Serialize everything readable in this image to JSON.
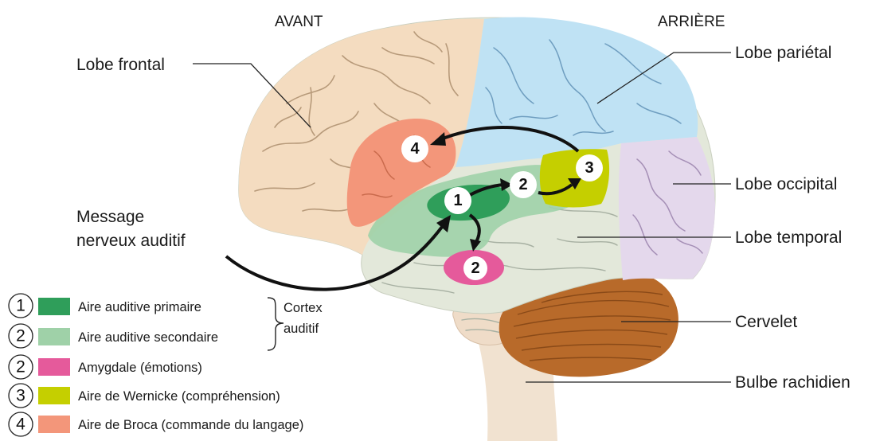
{
  "orientation": {
    "front": "AVANT",
    "back": "ARRIÈRE"
  },
  "lobes": {
    "frontal": "Lobe frontal",
    "parietal": "Lobe pariétal",
    "occipital": "Lobe occipital",
    "temporal": "Lobe temporal",
    "cervelet": "Cervelet",
    "bulbe": "Bulbe rachidien"
  },
  "input_message": {
    "line1": "Message",
    "line2": "nerveux auditif"
  },
  "markers": {
    "m1": "1",
    "m2a": "2",
    "m2b": "2",
    "m3": "3",
    "m4": "4"
  },
  "legend": {
    "items": [
      {
        "number": "1",
        "label": "Aire auditive primaire",
        "color": "#2f9e5a"
      },
      {
        "number": "2",
        "label": "Aire auditive secondaire",
        "color": "#9fd1a8"
      },
      {
        "number": "2",
        "label": "Amygdale (émotions)",
        "color": "#e55a9b"
      },
      {
        "number": "3",
        "label": "Aire de Wernicke (compréhension)",
        "color": "#c5cf00"
      },
      {
        "number": "4",
        "label": "Aire de Broca (commande du langage)",
        "color": "#f3967a"
      }
    ],
    "group": {
      "line1": "Cortex",
      "line2": "auditif"
    }
  },
  "colors": {
    "frontal": "#f4dcc0",
    "parietal": "#bfe2f4",
    "occipital": "#e4d8ec",
    "temporal": "#e3e8da",
    "cerebellum": "#b86a2a",
    "brainstem": "#f1e2d0"
  }
}
